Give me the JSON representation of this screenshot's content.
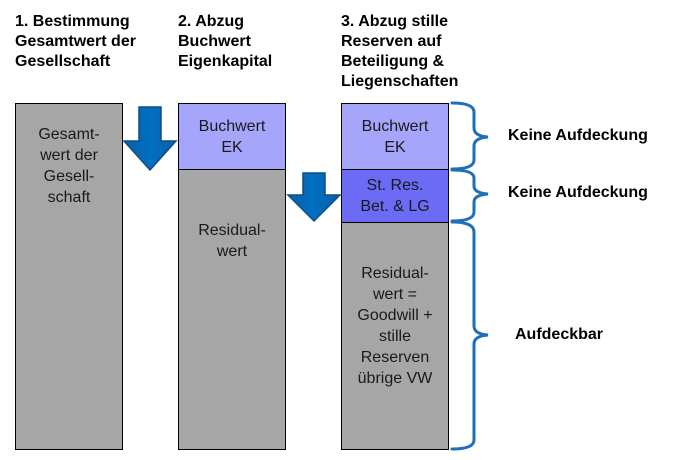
{
  "headings": [
    "1. Bestimmung\nGesamtwert der\nGesellschaft",
    "2. Abzug\nBuchwert\nEigenkapital",
    "3. Abzug stille\nReserven auf\nBeteiligung &\nLiegenschaften"
  ],
  "columns": [
    {
      "segments": [
        {
          "label": "Gesamt-\nwert der\nGesell-\nschaft",
          "color": "#a6a6a6"
        }
      ]
    },
    {
      "segments": [
        {
          "label": "Buchwert\nEK",
          "color": "#a5a5fb"
        },
        {
          "label": "Residual-\nwert",
          "color": "#a6a6a6"
        }
      ]
    },
    {
      "segments": [
        {
          "label": "Buchwert\nEK",
          "color": "#a5a5fb"
        },
        {
          "label": "St. Res.\nBet. & LG",
          "color": "#6b6bf6"
        },
        {
          "label": "Residual-\nwert =\nGoodwill +\nstille\nReserven\nübrige VW",
          "color": "#a6a6a6"
        }
      ]
    }
  ],
  "arrows": [
    {
      "icon": "down-arrow-icon",
      "color": "#0066b3"
    },
    {
      "icon": "down-arrow-icon",
      "color": "#0066b3"
    }
  ],
  "braces": [
    {
      "label": "Keine Aufdeckung",
      "icon": "right-brace-icon"
    },
    {
      "label": "Keine Aufdeckung",
      "icon": "right-brace-icon"
    },
    {
      "label": "Aufdeckbar",
      "icon": "right-brace-icon"
    }
  ],
  "colors": {
    "brace": "#1f6fb8",
    "arrow": "#0066b3",
    "arrow_edge": "#0b4f86"
  }
}
